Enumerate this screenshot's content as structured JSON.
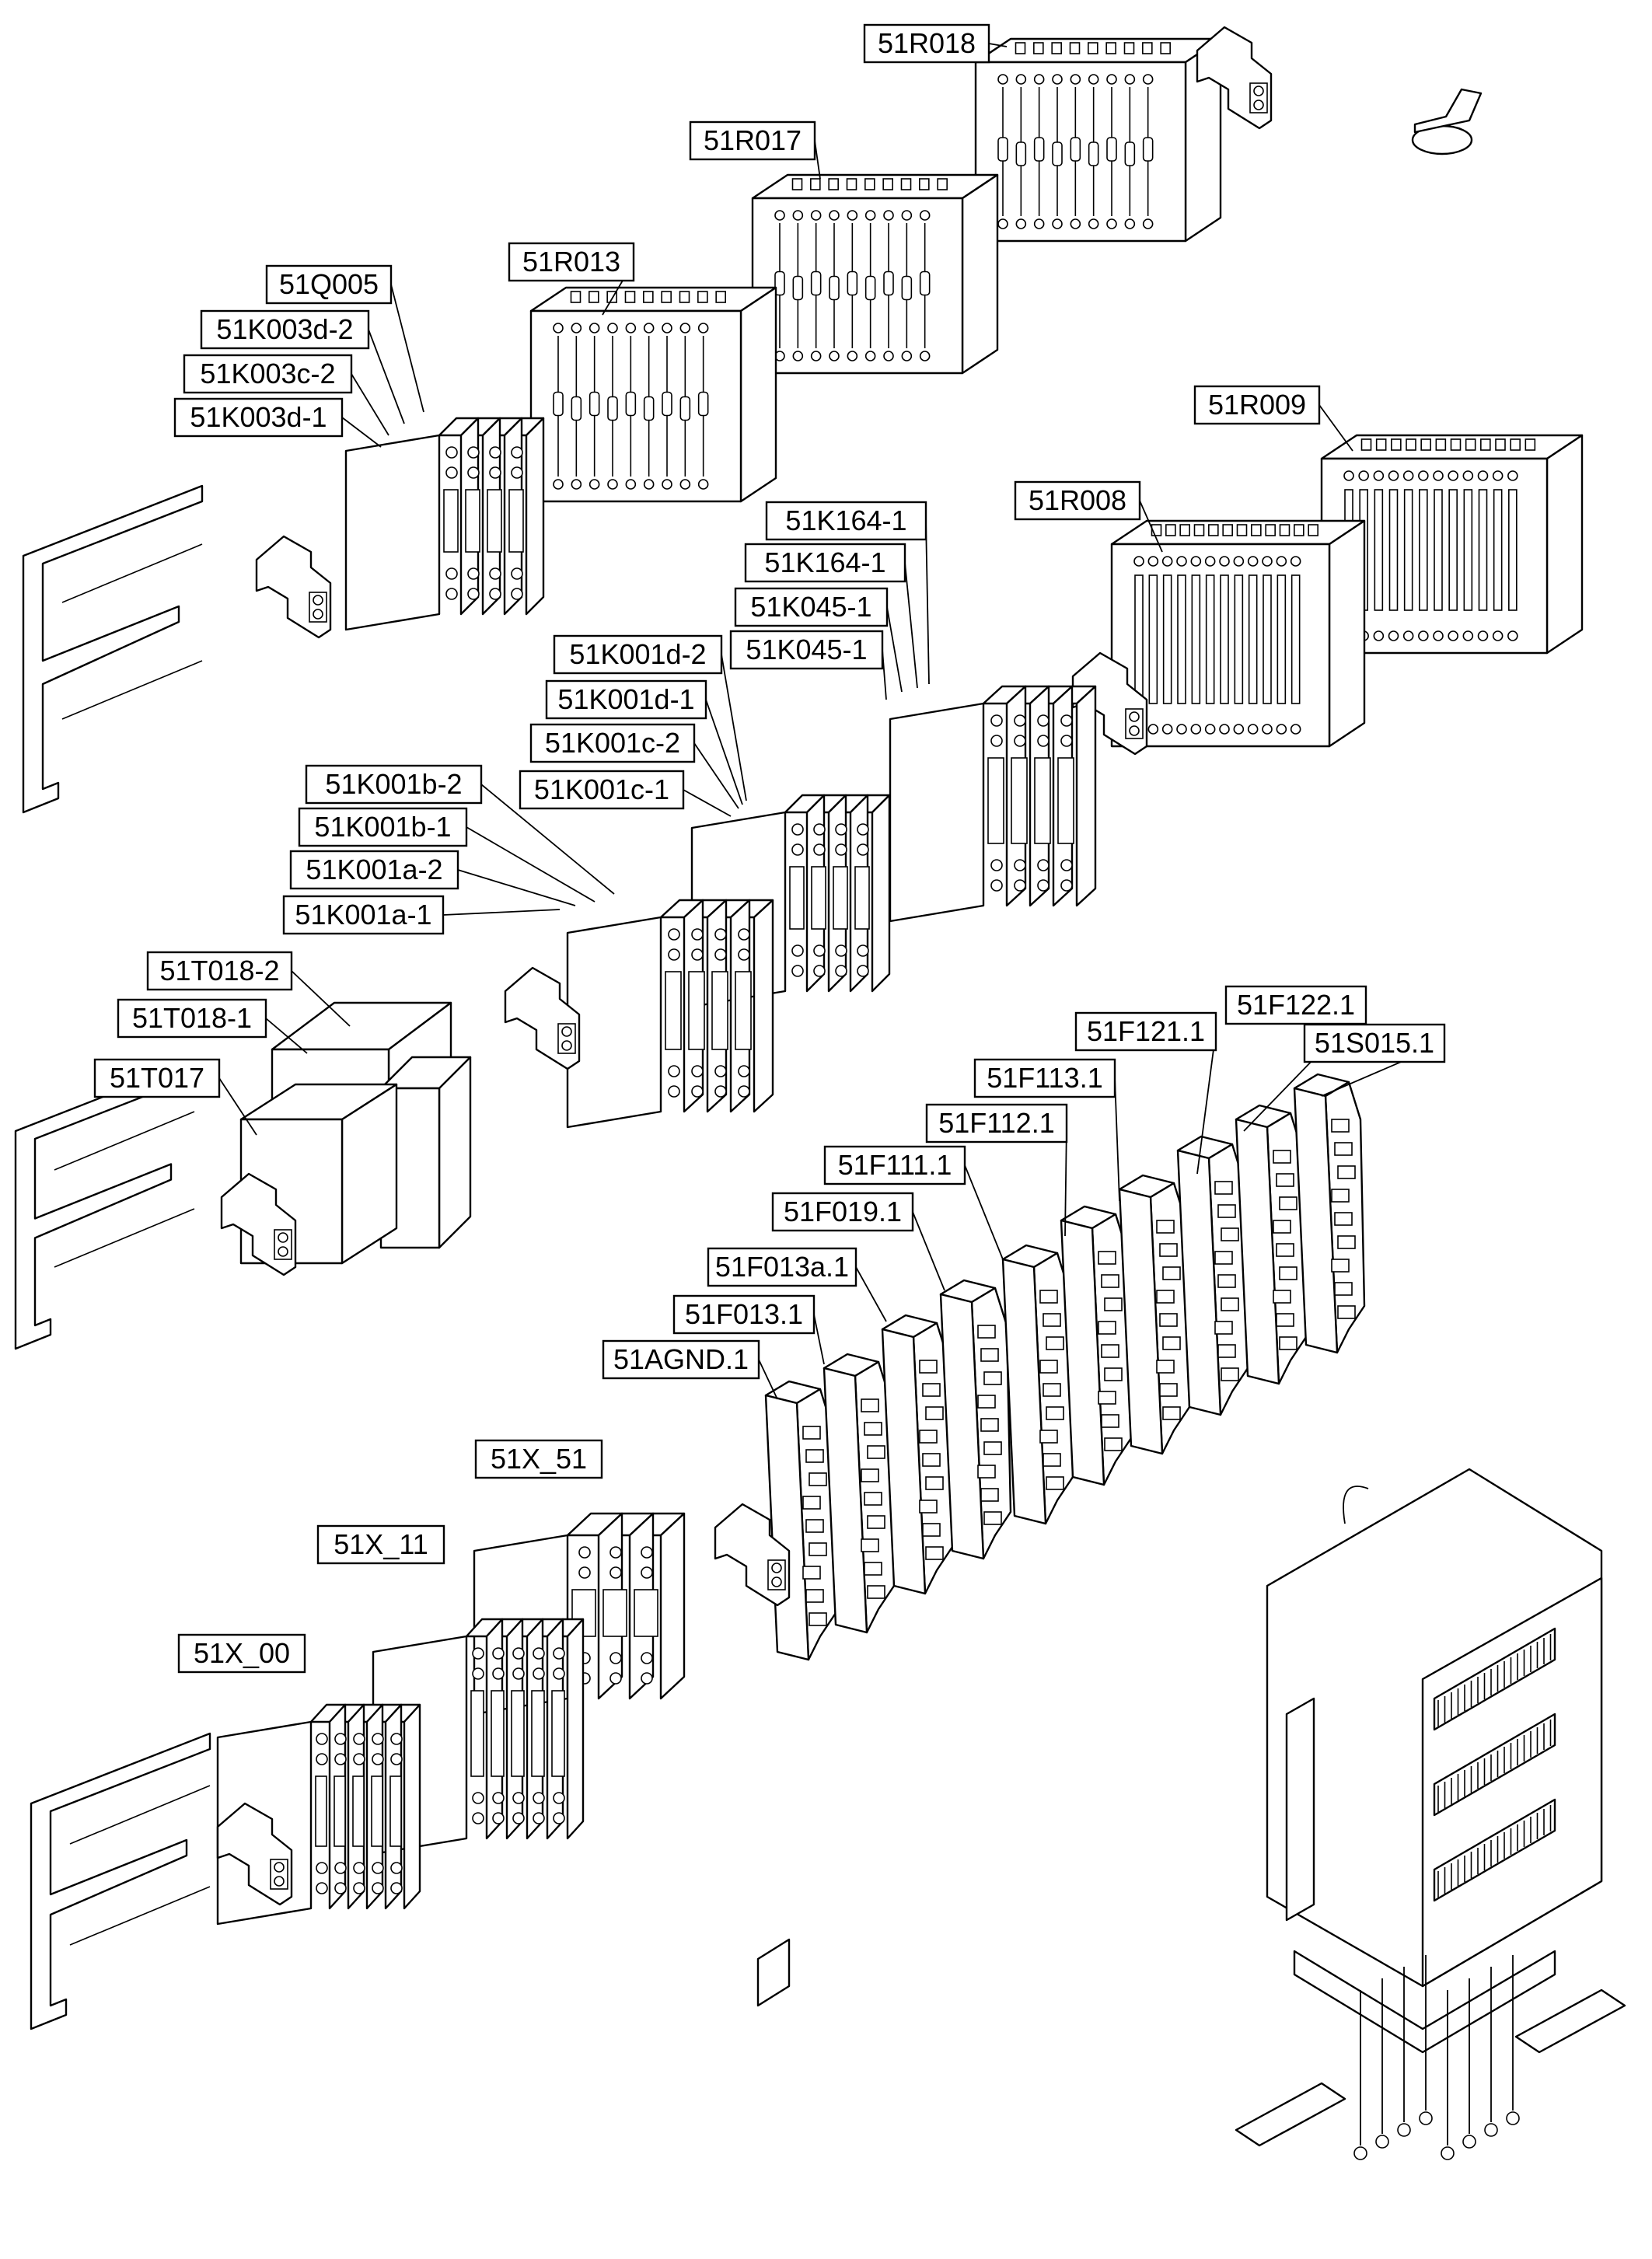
{
  "labels": [
    "51R018",
    "51R017",
    "51R013",
    "51Q005",
    "51K003d-2",
    "51K003c-2",
    "51K003d-1",
    "51R009",
    "51R008",
    "51K164-1",
    "51K164-1",
    "51K045-1",
    "51K045-1",
    "51K001d-2",
    "51K001d-1",
    "51K001c-2",
    "51K001c-1",
    "51K001b-2",
    "51K001b-1",
    "51K001a-2",
    "51K001a-1",
    "51T018-2",
    "51T018-1",
    "51T017",
    "51F122.1",
    "51F121.1",
    "51S015.1",
    "51F113.1",
    "51F112.1",
    "51F111.1",
    "51F019.1",
    "51F013a.1",
    "51F013.1",
    "51AGND.1",
    "51X_51",
    "51X_11",
    "51X_00"
  ]
}
